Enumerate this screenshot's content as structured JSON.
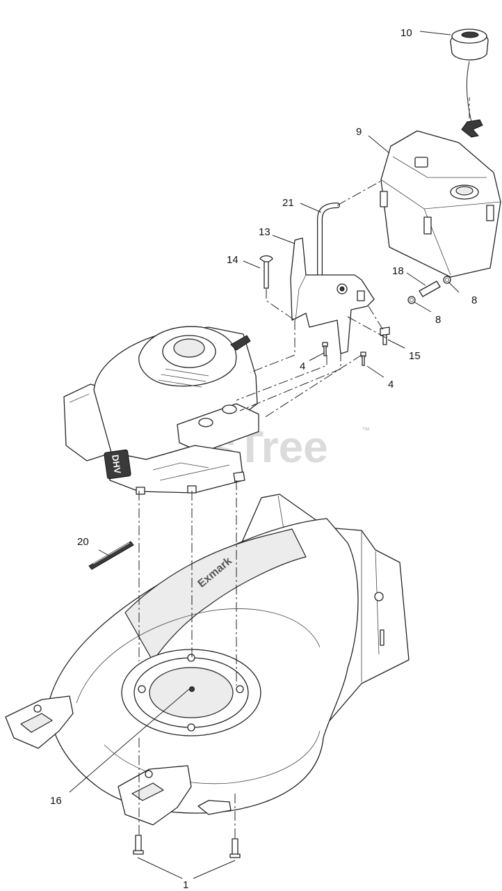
{
  "callouts": [
    {
      "id": "c10",
      "label": "10"
    },
    {
      "id": "c9",
      "label": "9"
    },
    {
      "id": "c21",
      "label": "21"
    },
    {
      "id": "c13",
      "label": "13"
    },
    {
      "id": "c14",
      "label": "14"
    },
    {
      "id": "c18",
      "label": "18"
    },
    {
      "id": "c8a",
      "label": "8"
    },
    {
      "id": "c8b",
      "label": "8"
    },
    {
      "id": "c15",
      "label": "15"
    },
    {
      "id": "c4a",
      "label": "4"
    },
    {
      "id": "c4b",
      "label": "4"
    },
    {
      "id": "c20",
      "label": "20"
    },
    {
      "id": "c16",
      "label": "16"
    },
    {
      "id": "c1",
      "label": "1"
    }
  ],
  "watermark": {
    "text": "PartsTree",
    "trademark": "™"
  },
  "embossed": {
    "engine_badge": "DHV",
    "deck_brand": "Exmark"
  }
}
